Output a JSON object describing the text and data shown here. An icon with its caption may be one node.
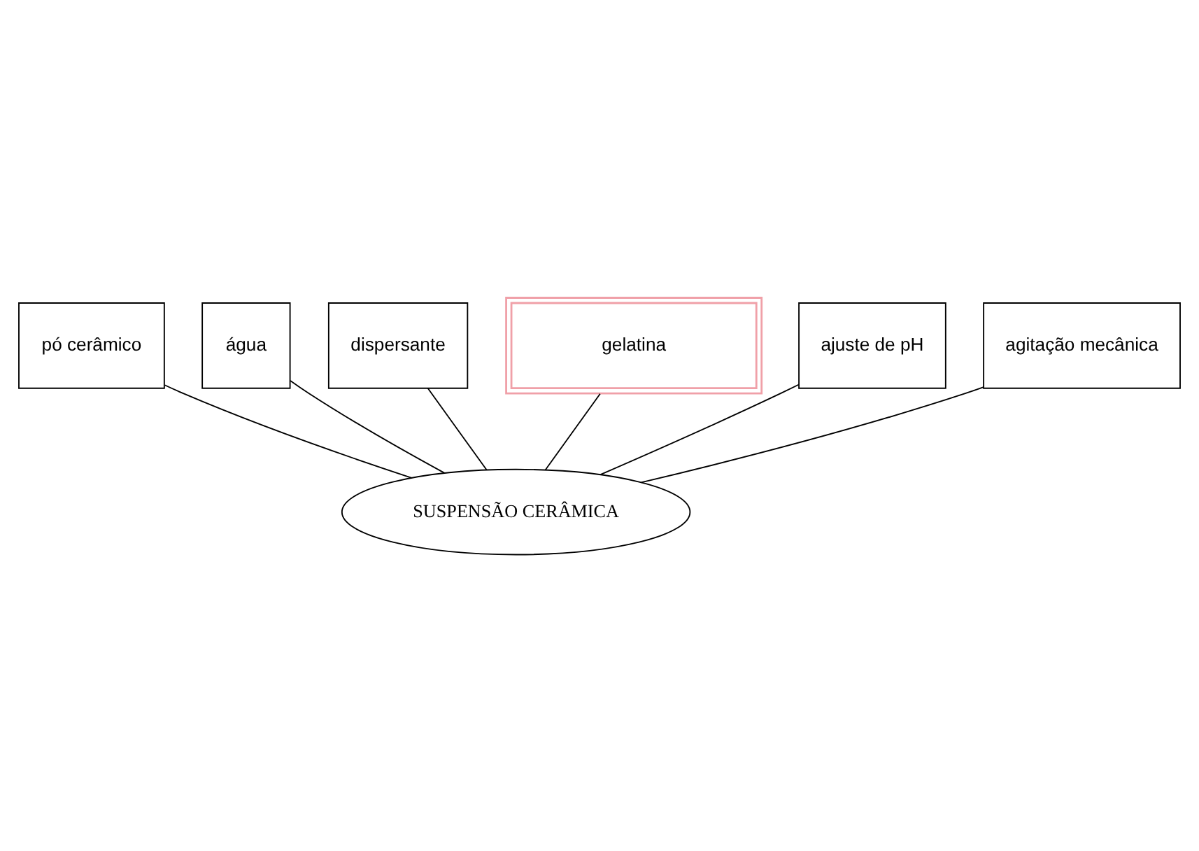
{
  "diagram": {
    "nodes": [
      {
        "text": [
          "pó cerâmico"
        ]
      },
      {
        "text": [
          "água"
        ]
      },
      {
        "text": [
          "dispersante"
        ]
      },
      {
        "text": [
          "gelatina"
        ]
      },
      {
        "text": [
          "ajuste de pH"
        ]
      },
      {
        "text": [
          "agitação mecânica"
        ]
      },
      {
        "text": [
          "SUSPENSÃO CERÂMICA"
        ]
      }
    ],
    "edges": [
      {
        "from": 0,
        "to": 6,
        "arrow": "none"
      },
      {
        "from": 1,
        "to": 6,
        "arrow": "none"
      },
      {
        "from": 2,
        "to": 6,
        "arrow": "none"
      },
      {
        "from": 3,
        "to": 6,
        "arrow": "none"
      },
      {
        "from": 4,
        "to": 6,
        "arrow": "none"
      },
      {
        "from": 5,
        "to": 6,
        "arrow": "none"
      }
    ]
  }
}
